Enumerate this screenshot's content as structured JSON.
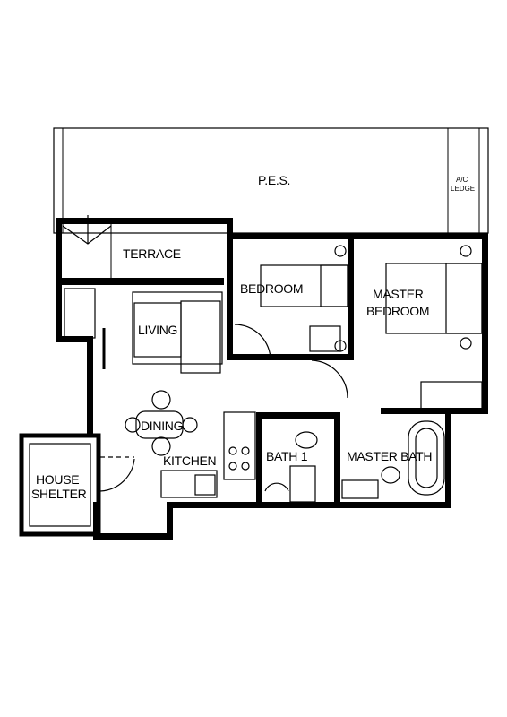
{
  "rooms": {
    "pes": "P.E.S.",
    "ac_ledge_line1": "A/C",
    "ac_ledge_line2": "LEDGE",
    "terrace": "TERRACE",
    "bedroom": "BEDROOM",
    "master_bedroom_line1": "MASTER",
    "master_bedroom_line2": "BEDROOM",
    "living": "LIVING",
    "dining": "DINING",
    "kitchen": "KITCHEN",
    "bath_1": "BATH 1",
    "master_bath": "MASTER BATH",
    "house_shelter_line1": "HOUSE",
    "house_shelter_line2": "SHELTER"
  }
}
